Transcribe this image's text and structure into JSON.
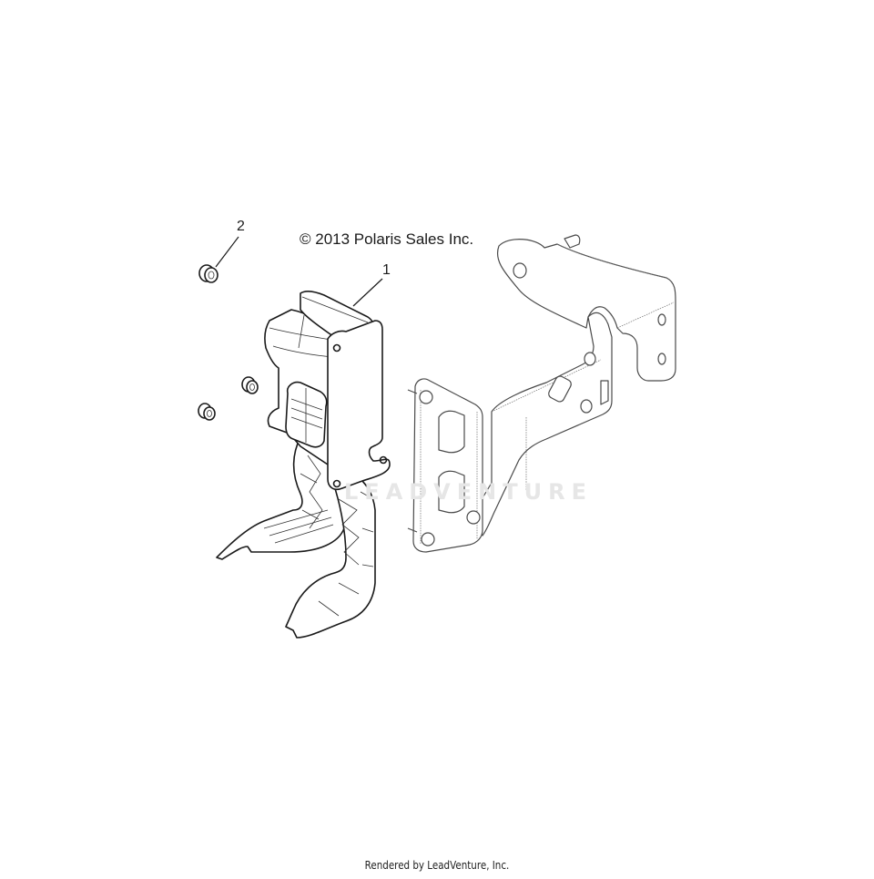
{
  "diagram": {
    "type": "exploded-parts-diagram",
    "copyright": "© 2013 Polaris Sales Inc.",
    "watermark_text": "LEADVENTURE",
    "footer": "Rendered by LeadVenture, Inc.",
    "callouts": [
      {
        "number": "1",
        "part": "accelerator-pedal-assembly"
      },
      {
        "number": "2",
        "part": "flange-nut"
      }
    ],
    "parts": [
      {
        "id": "pedal-assembly",
        "callout": "1",
        "description": "Throttle pedal with sensor housing and connector"
      },
      {
        "id": "nut-a",
        "callout": "2"
      },
      {
        "id": "nut-b",
        "callout": "2"
      },
      {
        "id": "nut-c",
        "callout": "2"
      },
      {
        "id": "mounting-bracket",
        "callout": ""
      }
    ],
    "colors": {
      "line": "#1a1a1a",
      "bracket_line": "#4a4a4a",
      "watermark": "#e6e6e6",
      "background": "#ffffff"
    }
  }
}
